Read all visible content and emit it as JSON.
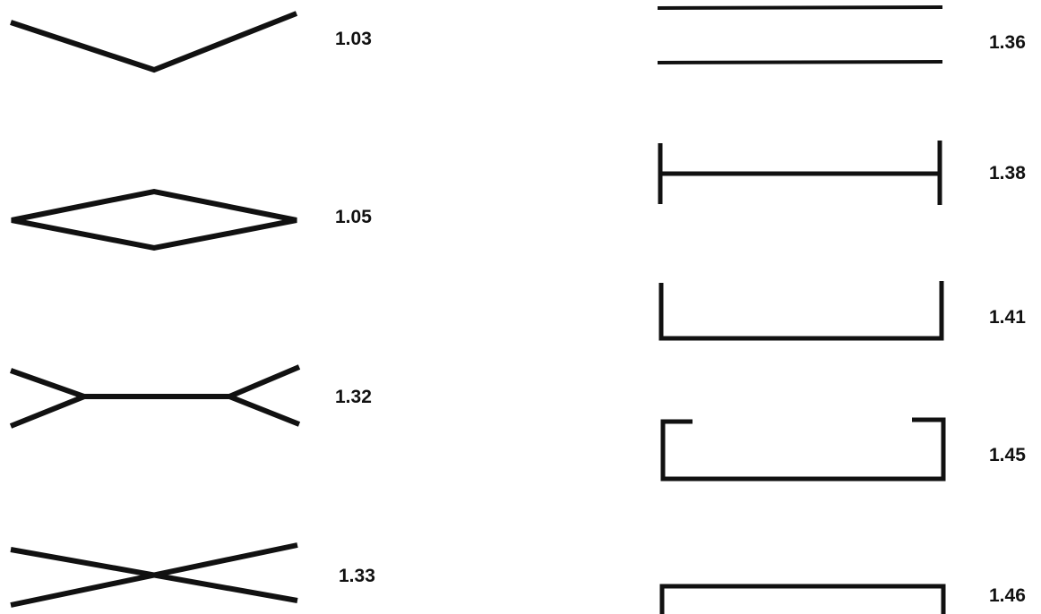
{
  "diagram": {
    "shapes": [
      {
        "name": "v-shape",
        "label": "1.03"
      },
      {
        "name": "diamond-shape",
        "label": "1.05"
      },
      {
        "name": "bowtie-with-bar-shape",
        "label": "1.32"
      },
      {
        "name": "x-shape",
        "label": "1.33"
      },
      {
        "name": "parallel-lines-shape",
        "label": "1.36"
      },
      {
        "name": "i-beam-shape",
        "label": "1.38"
      },
      {
        "name": "channel-shape",
        "label": "1.41"
      },
      {
        "name": "lipped-channel-shape",
        "label": "1.45"
      },
      {
        "name": "rectangle-shape",
        "label": "1.46"
      }
    ],
    "stroke_color": "#111111"
  }
}
